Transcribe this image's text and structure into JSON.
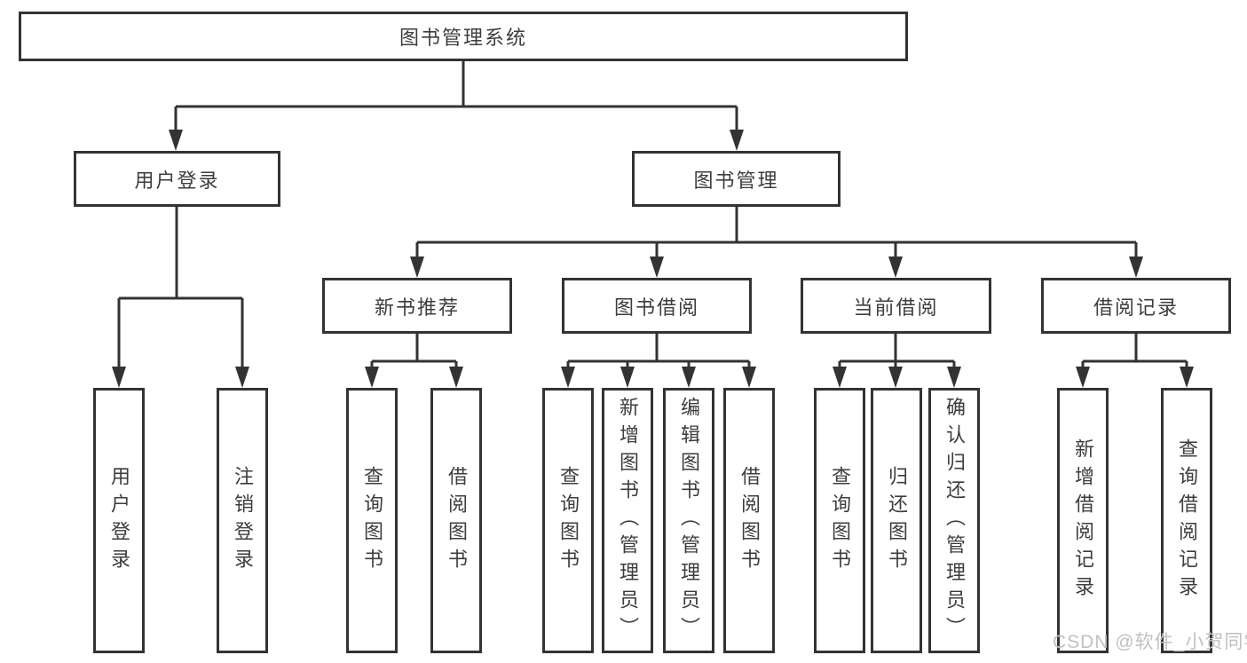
{
  "tree": {
    "label": "图书管理系统",
    "children": [
      {
        "label": "用户登录",
        "children": [
          {
            "label": "用户登录"
          },
          {
            "label": "注销登录"
          }
        ]
      },
      {
        "label": "图书管理",
        "children": [
          {
            "label": "新书推荐",
            "children": [
              {
                "label": "查询图书"
              },
              {
                "label": "借阅图书"
              }
            ]
          },
          {
            "label": "图书借阅",
            "children": [
              {
                "label": "查询图书"
              },
              {
                "label": "新增图书（管理员）"
              },
              {
                "label": "编辑图书（管理员）"
              },
              {
                "label": "借阅图书"
              }
            ]
          },
          {
            "label": "当前借阅",
            "children": [
              {
                "label": "查询图书"
              },
              {
                "label": "归还图书"
              },
              {
                "label": "确认归还（管理员）"
              }
            ]
          },
          {
            "label": "借阅记录",
            "children": [
              {
                "label": "新增借阅记录"
              },
              {
                "label": "查询借阅记录"
              }
            ]
          }
        ]
      }
    ]
  },
  "watermark": {
    "text": "CSDN @软件_小贺同学"
  },
  "colors": {
    "line": "#333333",
    "border": "#333333",
    "text": "#3d3d3d",
    "watermark": "#c1c1c5",
    "background": "#ffffff"
  }
}
